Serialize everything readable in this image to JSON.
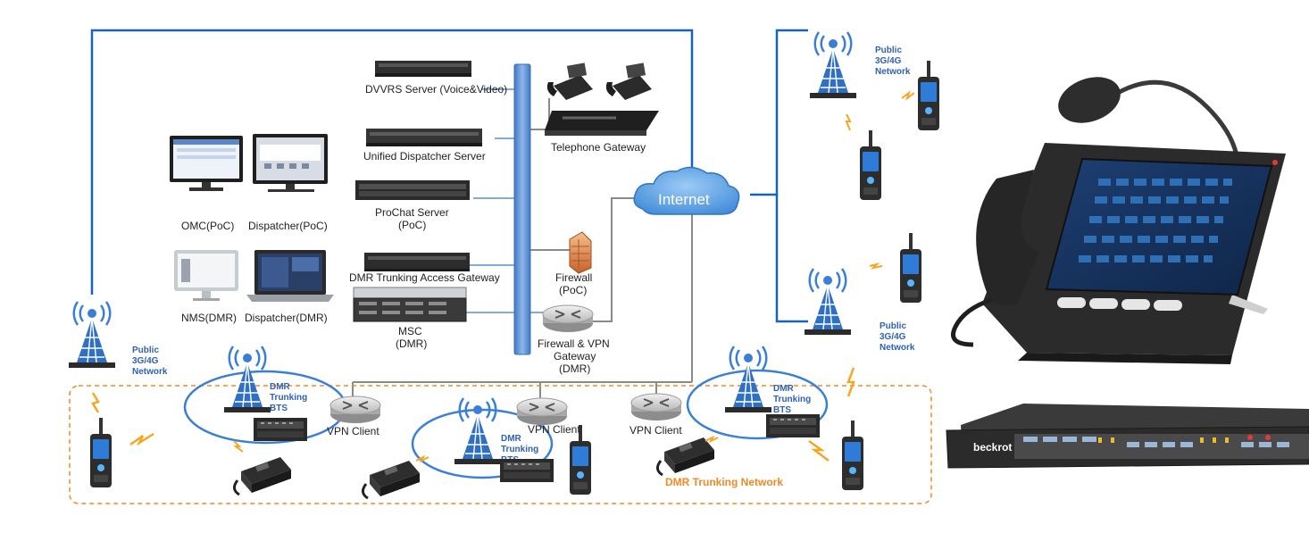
{
  "colors": {
    "link_blue": "#1565c0",
    "link_gray": "#8a8a8a",
    "bus_blue": "#5b8fd0",
    "label_blue": "#2f62b3",
    "accent_orange": "#f08a24",
    "bolt_orange": "#f5a623",
    "cloud_blue": "#63a6e8",
    "device_dark": "#2b2b2b"
  },
  "servers": {
    "dvvrs": "DVVRS Server (Voice&Video)",
    "unified_dispatcher": "Unified Dispatcher Server",
    "prochat_line1": "ProChat Server",
    "prochat_line2": "(PoC)",
    "dmr_gateway": "DMR Trunking Access Gateway",
    "msc_line1": "MSC",
    "msc_line2": "(DMR)"
  },
  "terminals": {
    "omc": "OMC(PoC)",
    "dispatcher_poc": "Dispatcher(PoC)",
    "nms": "NMS(DMR)",
    "dispatcher_dmr": "Dispatcher(DMR)"
  },
  "gateway": {
    "telephone": "Telephone Gateway",
    "firewall_line1": "Firewall",
    "firewall_line2": "(PoC)",
    "vpn_gw_line1": "Firewall & VPN",
    "vpn_gw_line2": "Gateway",
    "vpn_gw_line3": "(DMR)"
  },
  "internet": "Internet",
  "public_network": {
    "line1": "Public",
    "line2": "3G/4G",
    "line3": "Network"
  },
  "bts": {
    "line1": "DMR",
    "line2": "Trunking",
    "line3": "BTS"
  },
  "vpn_client": "VPN Client",
  "dmr_network": "DMR Trunking Network",
  "device_brand": "beckrot"
}
